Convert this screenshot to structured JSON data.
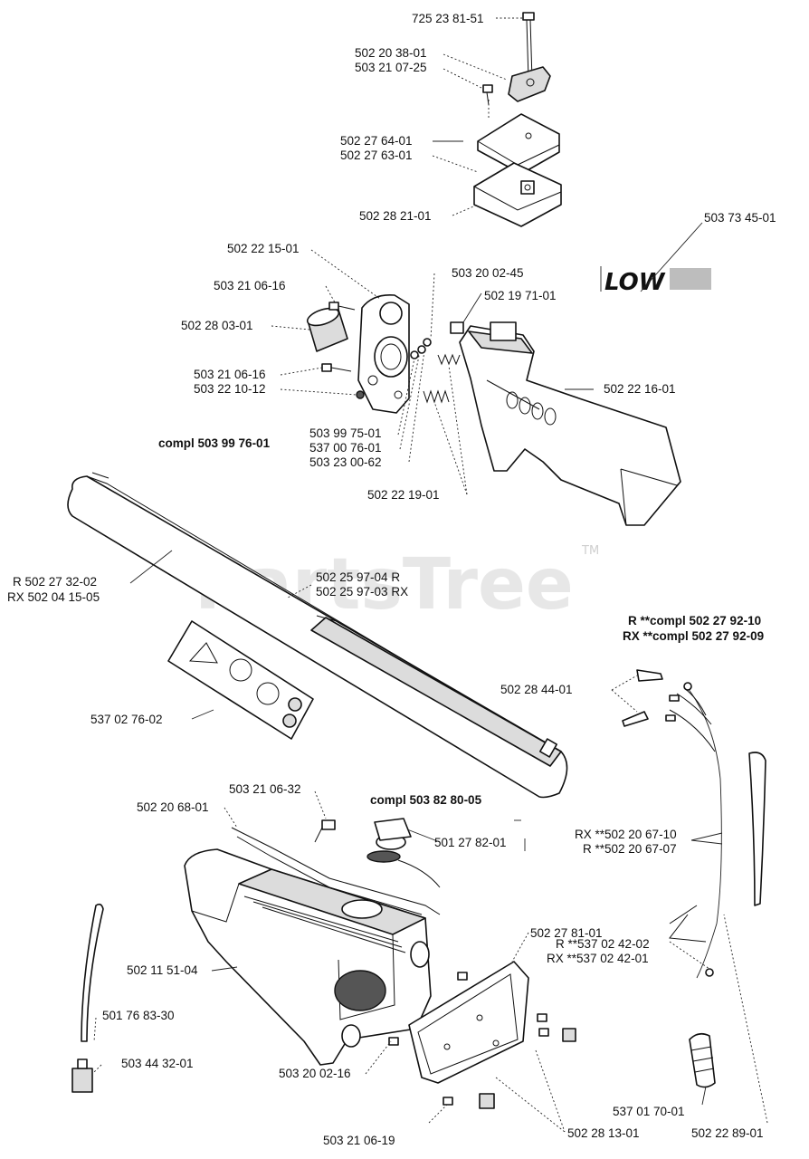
{
  "watermark": {
    "text": "PartsTree",
    "tm": "TM"
  },
  "decal_low": {
    "text": "LOW"
  },
  "labels": {
    "l_725_23_81_51": "725 23 81-51",
    "l_502_20_38_01": "502 20 38-01",
    "l_503_21_07_25": "503 21 07-25",
    "l_502_27_64_01": "502 27 64-01",
    "l_502_27_63_01": "502 27 63-01",
    "l_502_28_21_01": "502 28 21-01",
    "l_503_73_45_01": "503 73 45-01",
    "l_502_22_15_01": "502 22 15-01",
    "l_503_20_02_45": "503 20 02-45",
    "l_503_21_06_16a": "503 21 06-16",
    "l_502_19_71_01": "502 19 71-01",
    "l_502_28_03_01": "502 28 03-01",
    "l_503_21_06_16b": "503 21 06-16",
    "l_503_22_10_12": "503 22 10-12",
    "l_502_22_16_01": "502 22 16-01",
    "l_503_99_75_01": "503 99 75-01",
    "l_compl_503_99_76_01": "compl 503 99 76-01",
    "l_537_00_76_01": "537 00 76-01",
    "l_503_23_00_62": "503 23 00-62",
    "l_502_22_19_01": "502 22 19-01",
    "l_r_502_27_32_02": "R 502 27 32-02",
    "l_rx_502_04_15_05": "RX 502 04 15-05",
    "l_502_25_97_04_r": "502 25 97-04 R",
    "l_502_25_97_03_rx": "502 25 97-03 RX",
    "l_r_compl_502_27_92_10": "R **compl 502 27 92-10",
    "l_rx_compl_502_27_92_09": "RX **compl 502 27 92-09",
    "l_502_28_44_01": "502 28 44-01",
    "l_537_02_76_02": "537 02 76-02",
    "l_503_21_06_32": "503 21 06-32",
    "l_compl_503_82_80_05": "compl 503 82 80-05",
    "l_502_20_68_01": "502 20 68-01",
    "l_501_27_82_01": "501 27 82-01",
    "l_rx_502_20_67_10": "RX **502 20 67-10",
    "l_r_502_20_67_07": "R **502 20 67-07",
    "l_502_27_81_01": "502 27 81-01",
    "l_502_11_51_04": "502 11 51-04",
    "l_r_537_02_42_02": "R **537 02 42-02",
    "l_rx_537_02_42_01": "RX **537 02 42-01",
    "l_501_76_83_30": "501 76 83-30",
    "l_503_44_32_01": "503 44 32-01",
    "l_503_20_02_16": "503 20 02-16",
    "l_537_01_70_01": "537 01 70-01",
    "l_503_21_06_19": "503 21 06-19",
    "l_502_28_13_01": "502 28 13-01",
    "l_502_22_89_01": "502 22 89-01"
  }
}
